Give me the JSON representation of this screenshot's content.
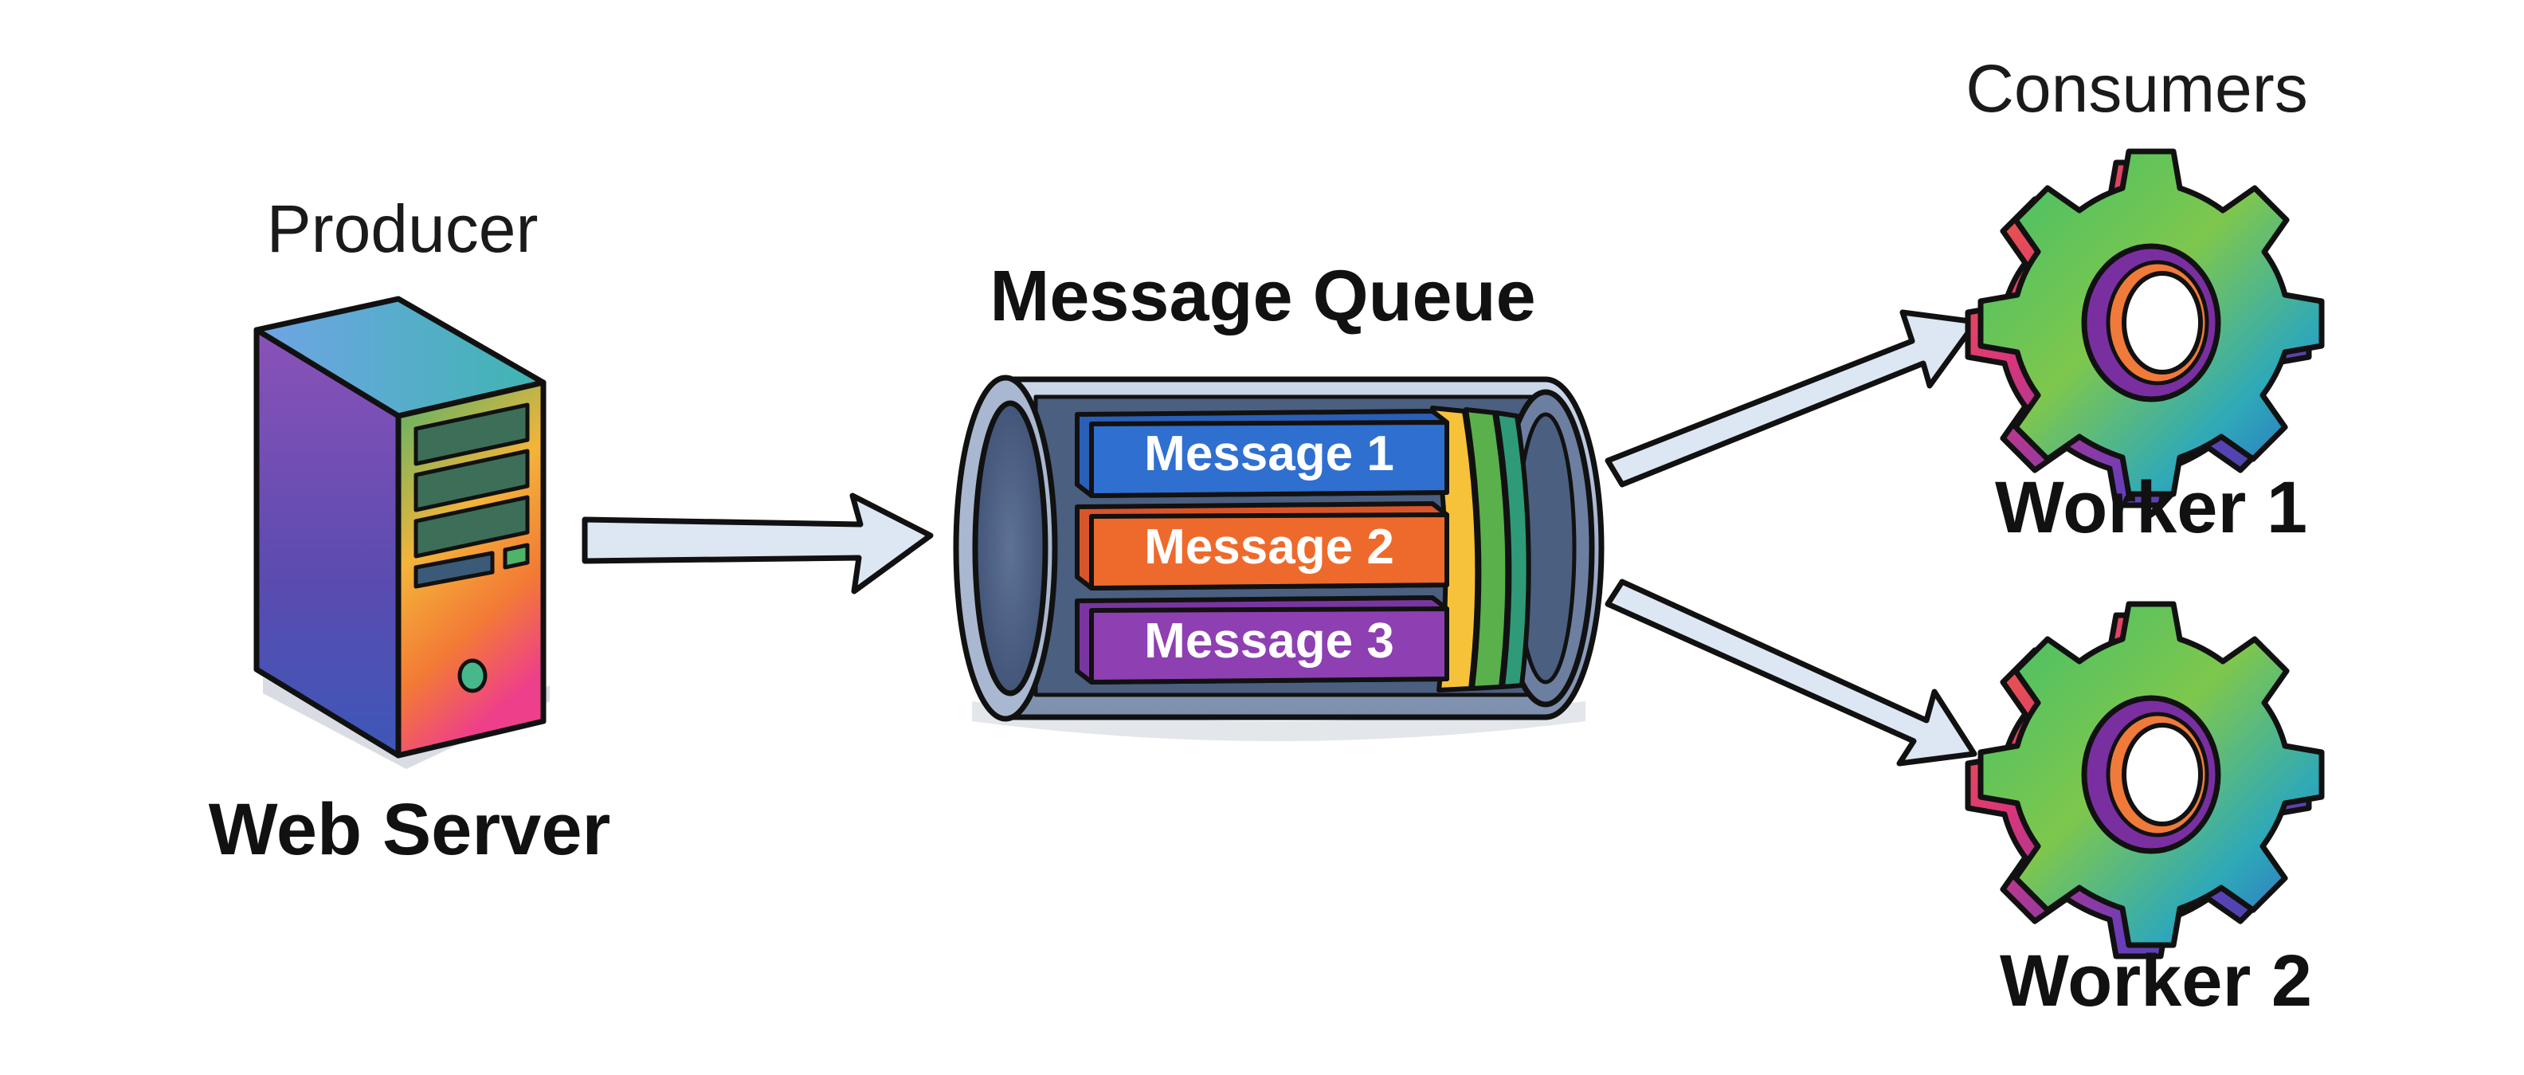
{
  "producer": {
    "role_label": "Producer",
    "name": "Web Server",
    "icon": "server-tower-icon"
  },
  "queue": {
    "title": "Message Queue",
    "icon": "pipe-cylinder-icon",
    "messages": [
      {
        "label": "Message 1",
        "color": "#2f6fd0"
      },
      {
        "label": "Message 2",
        "color": "#ee6a2c"
      },
      {
        "label": "Message 3",
        "color": "#8e3fb2"
      }
    ]
  },
  "consumers": {
    "role_label": "Consumers",
    "workers": [
      {
        "label": "Worker 1",
        "icon": "gear-icon"
      },
      {
        "label": "Worker 2",
        "icon": "gear-icon"
      }
    ]
  },
  "colors": {
    "arrow_fill": "#dde7f3",
    "outline": "#111111",
    "pipe_body": "#4b5f80",
    "pipe_cap": "#5b6f92"
  }
}
